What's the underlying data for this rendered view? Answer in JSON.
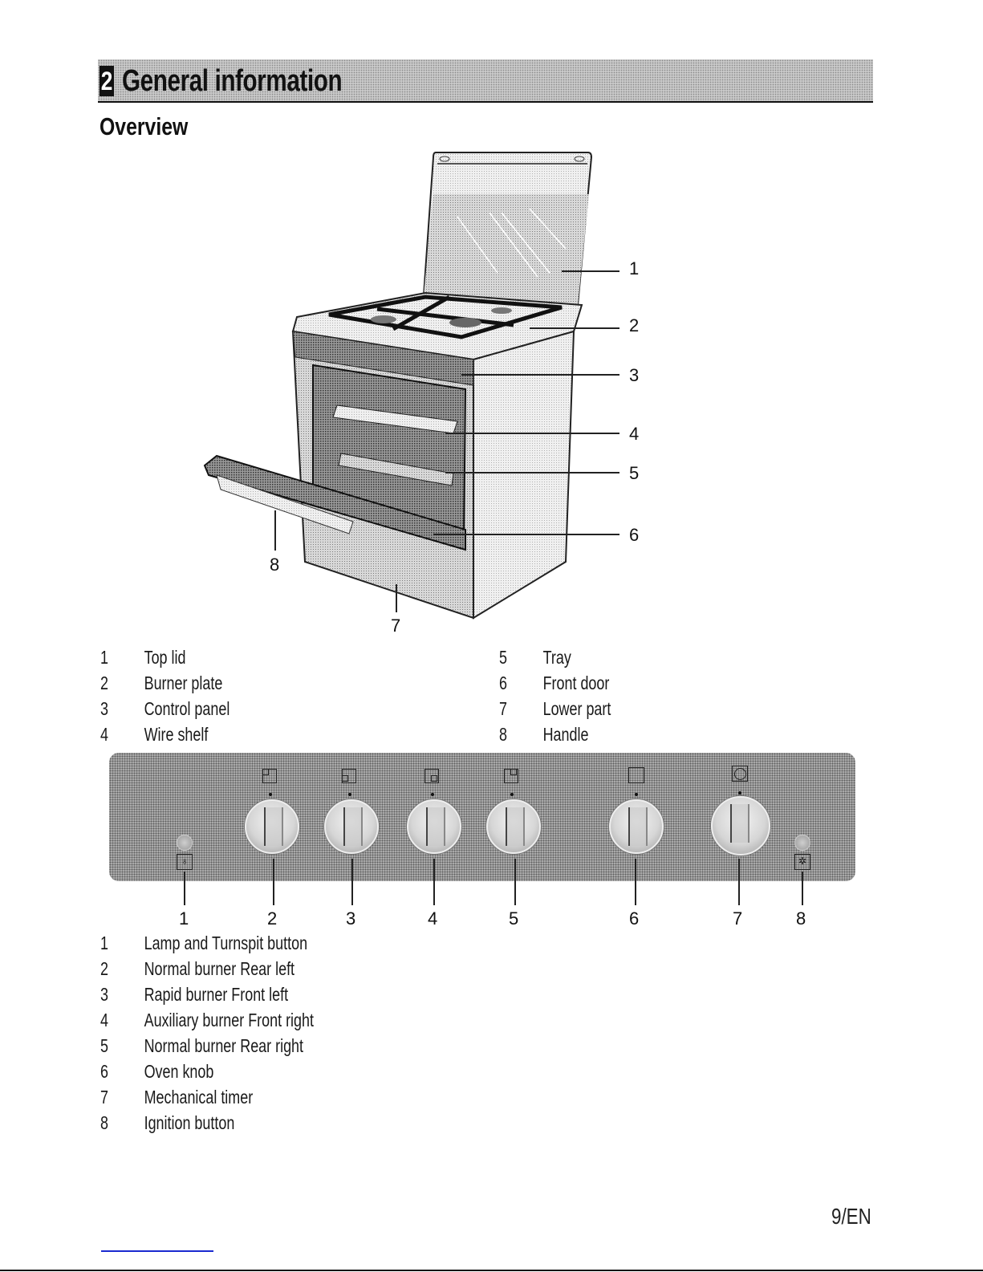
{
  "header": {
    "section_number": "2",
    "section_title": "General information",
    "subtitle": "Overview"
  },
  "illustration": {
    "description": "Gas cooker with top lid open and oven door open",
    "callouts": [
      "1",
      "2",
      "3",
      "4",
      "5",
      "6",
      "7",
      "8"
    ]
  },
  "parts_legend": [
    {
      "num": "1",
      "label": "Top lid"
    },
    {
      "num": "2",
      "label": "Burner plate"
    },
    {
      "num": "3",
      "label": "Control panel"
    },
    {
      "num": "4",
      "label": "Wire shelf"
    },
    {
      "num": "5",
      "label": "Tray"
    },
    {
      "num": "6",
      "label": "Front door"
    },
    {
      "num": "7",
      "label": "Lower part"
    },
    {
      "num": "8",
      "label": "Handle"
    }
  ],
  "control_panel": {
    "callouts": [
      "1",
      "2",
      "3",
      "4",
      "5",
      "6",
      "7",
      "8"
    ],
    "symbols": {
      "knob_2": "burner-rear-left-icon",
      "knob_3": "burner-front-left-icon",
      "knob_4": "burner-front-right-icon",
      "knob_5": "burner-rear-right-icon",
      "knob_6": "oven-icon",
      "knob_7": "timer-icon",
      "button_1": "lamp-icon",
      "button_8": "ignition-spark-icon"
    },
    "button_1_glyph": "♁",
    "button_8_glyph": "✲"
  },
  "controls_legend": [
    {
      "num": "1",
      "label": "Lamp and Turnspit button"
    },
    {
      "num": "2",
      "label": "Normal burner Rear left"
    },
    {
      "num": "3",
      "label": "Rapid burner Front left"
    },
    {
      "num": "4",
      "label": "Auxiliary burner Front right"
    },
    {
      "num": "5",
      "label": "Normal burner Rear right"
    },
    {
      "num": "6",
      "label": "Oven knob"
    },
    {
      "num": "7",
      "label": "Mechanical timer"
    },
    {
      "num": "8",
      "label": "Ignition button"
    }
  ],
  "footer": {
    "page_number": "9/EN"
  }
}
